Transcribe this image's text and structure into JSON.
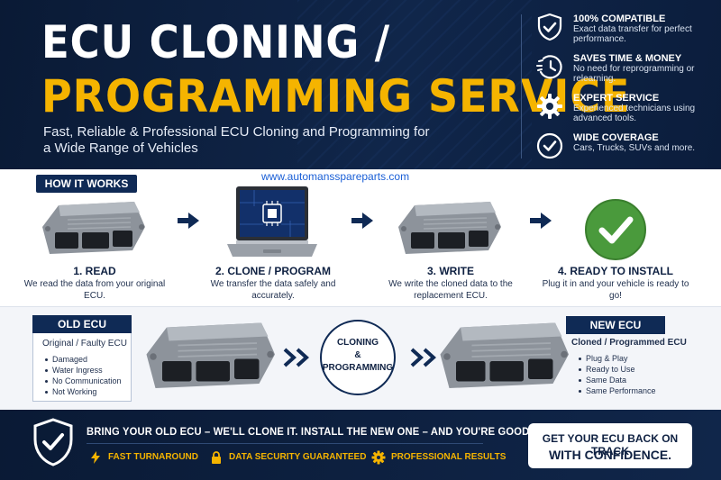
{
  "header": {
    "title_line1": "ECU CLONING /",
    "title_line2": "PROGRAMMING SERVICE",
    "subtitle": "Fast, Reliable & Professional ECU Cloning and Programming for a Wide Range of Vehicles"
  },
  "features": [
    {
      "icon": "shield-check-icon",
      "title": "100% COMPATIBLE",
      "desc": "Exact data transfer for perfect performance."
    },
    {
      "icon": "clock-icon",
      "title": "SAVES TIME & MONEY",
      "desc": "No need for reprogramming or relearning."
    },
    {
      "icon": "gear-icon",
      "title": "EXPERT SERVICE",
      "desc": "Experienced technicians using advanced tools."
    },
    {
      "icon": "check-circle-icon",
      "title": "WIDE COVERAGE",
      "desc": "Cars, Trucks, SUVs and more."
    }
  ],
  "how": {
    "badge": "HOW IT WORKS",
    "website": "www.automansspareparts.com",
    "steps": [
      {
        "title": "1. READ",
        "desc": "We read the data from your original ECU."
      },
      {
        "title": "2. CLONE / PROGRAM",
        "desc": "We transfer the data safely and accurately."
      },
      {
        "title": "3. WRITE",
        "desc": "We write the cloned data to the replacement ECU."
      },
      {
        "title": "4. READY TO INSTALL",
        "desc": "Plug it in and your vehicle is ready to go!"
      }
    ]
  },
  "old_ecu": {
    "title": "OLD ECU",
    "subtitle": "Original / Faulty ECU",
    "items": [
      "Damaged",
      "Water Ingress",
      "No Communication",
      "Not Working"
    ]
  },
  "clone": {
    "line1": "CLONING",
    "line2": "&",
    "line3": "PROGRAMMING"
  },
  "new_ecu": {
    "title": "NEW ECU",
    "subtitle": "Cloned / Programmed ECU",
    "items": [
      "Plug & Play",
      "Ready to Use",
      "Same Data",
      "Same Performance"
    ]
  },
  "footer": {
    "main": "BRING YOUR OLD ECU – WE'LL CLONE IT. INSTALL THE NEW ONE – AND YOU'RE GOOD TO GO!",
    "badges": [
      {
        "icon": "lightning-icon",
        "label": "FAST TURNAROUND"
      },
      {
        "icon": "lock-icon",
        "label": "DATA SECURITY GUARANTEED"
      },
      {
        "icon": "gear-icon",
        "label": "PROFESSIONAL RESULTS"
      }
    ],
    "cta_line1": "GET YOUR ECU BACK ON TRACK",
    "cta_line2": "WITH CONFIDENCE."
  },
  "colors": {
    "navy": "#0f2a55",
    "accent": "#f5b400",
    "green": "#4a9a3c",
    "link": "#1a5fd6"
  }
}
